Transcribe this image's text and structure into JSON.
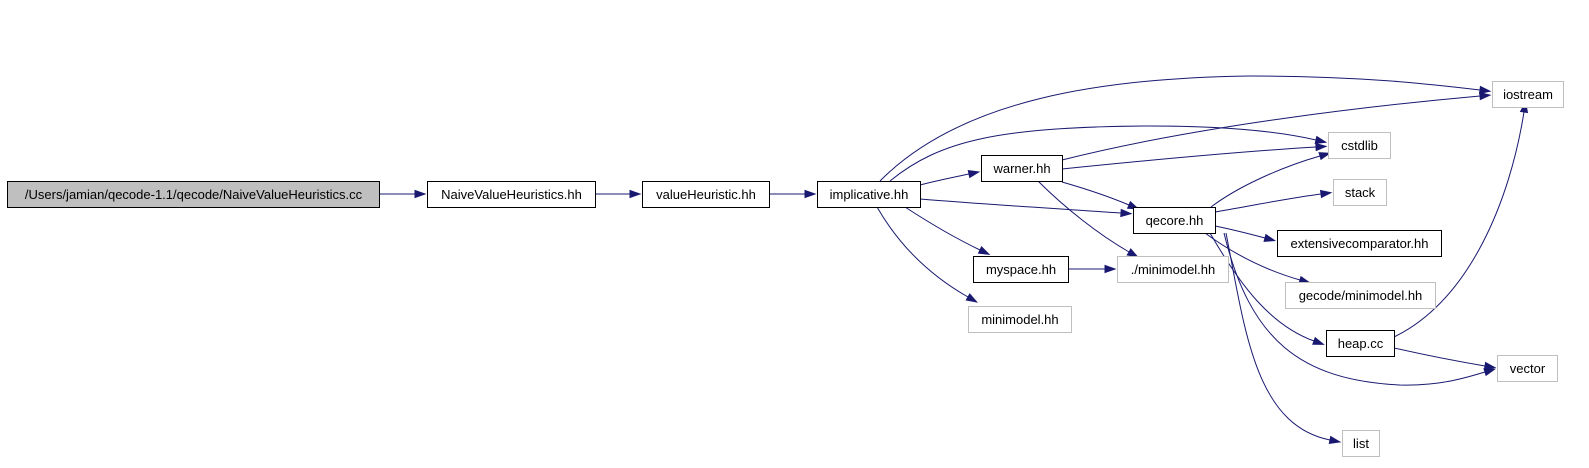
{
  "colors": {
    "edge": "#191970",
    "root_fill": "#bfbfbf",
    "node_fill": "#ffffff",
    "local_border": "#000000",
    "external_border": "#bfbfbf",
    "text": "#000000"
  },
  "nodes": [
    {
      "id": "root",
      "label": "/Users/jamian/qecode-1.1/qecode/NaiveValueHeuristics.cc",
      "kind": "root"
    },
    {
      "id": "naive",
      "label": "NaiveValueHeuristics.hh",
      "kind": "local"
    },
    {
      "id": "valueh",
      "label": "valueHeuristic.hh",
      "kind": "local"
    },
    {
      "id": "implicative",
      "label": "implicative.hh",
      "kind": "local"
    },
    {
      "id": "iostream",
      "label": "iostream",
      "kind": "external"
    },
    {
      "id": "cstdlib",
      "label": "cstdlib",
      "kind": "external"
    },
    {
      "id": "warner",
      "label": "warner.hh",
      "kind": "local"
    },
    {
      "id": "qecore",
      "label": "qecore.hh",
      "kind": "local"
    },
    {
      "id": "stack",
      "label": "stack",
      "kind": "external"
    },
    {
      "id": "extcomp",
      "label": "extensivecomparator.hh",
      "kind": "local"
    },
    {
      "id": "myspace",
      "label": "myspace.hh",
      "kind": "local"
    },
    {
      "id": "minimodel_rel",
      "label": "./minimodel.hh",
      "kind": "external"
    },
    {
      "id": "gecode_minimodel",
      "label": "gecode/minimodel.hh",
      "kind": "external"
    },
    {
      "id": "minimodel",
      "label": "minimodel.hh",
      "kind": "external"
    },
    {
      "id": "heap",
      "label": "heap.cc",
      "kind": "local"
    },
    {
      "id": "vector",
      "label": "vector",
      "kind": "external"
    },
    {
      "id": "list",
      "label": "list",
      "kind": "external"
    }
  ],
  "edges": [
    {
      "from": "root",
      "to": "naive"
    },
    {
      "from": "naive",
      "to": "valueh"
    },
    {
      "from": "valueh",
      "to": "implicative"
    },
    {
      "from": "implicative",
      "to": "iostream"
    },
    {
      "from": "implicative",
      "to": "cstdlib"
    },
    {
      "from": "implicative",
      "to": "warner"
    },
    {
      "from": "implicative",
      "to": "qecore"
    },
    {
      "from": "implicative",
      "to": "myspace"
    },
    {
      "from": "implicative",
      "to": "minimodel"
    },
    {
      "from": "warner",
      "to": "iostream"
    },
    {
      "from": "warner",
      "to": "cstdlib"
    },
    {
      "from": "warner",
      "to": "qecore"
    },
    {
      "from": "warner",
      "to": "minimodel_rel"
    },
    {
      "from": "qecore",
      "to": "cstdlib"
    },
    {
      "from": "qecore",
      "to": "stack"
    },
    {
      "from": "qecore",
      "to": "extcomp"
    },
    {
      "from": "qecore",
      "to": "gecode_minimodel"
    },
    {
      "from": "qecore",
      "to": "heap"
    },
    {
      "from": "qecore",
      "to": "vector"
    },
    {
      "from": "qecore",
      "to": "list"
    },
    {
      "from": "myspace",
      "to": "minimodel_rel"
    },
    {
      "from": "heap",
      "to": "iostream"
    },
    {
      "from": "heap",
      "to": "vector"
    }
  ]
}
